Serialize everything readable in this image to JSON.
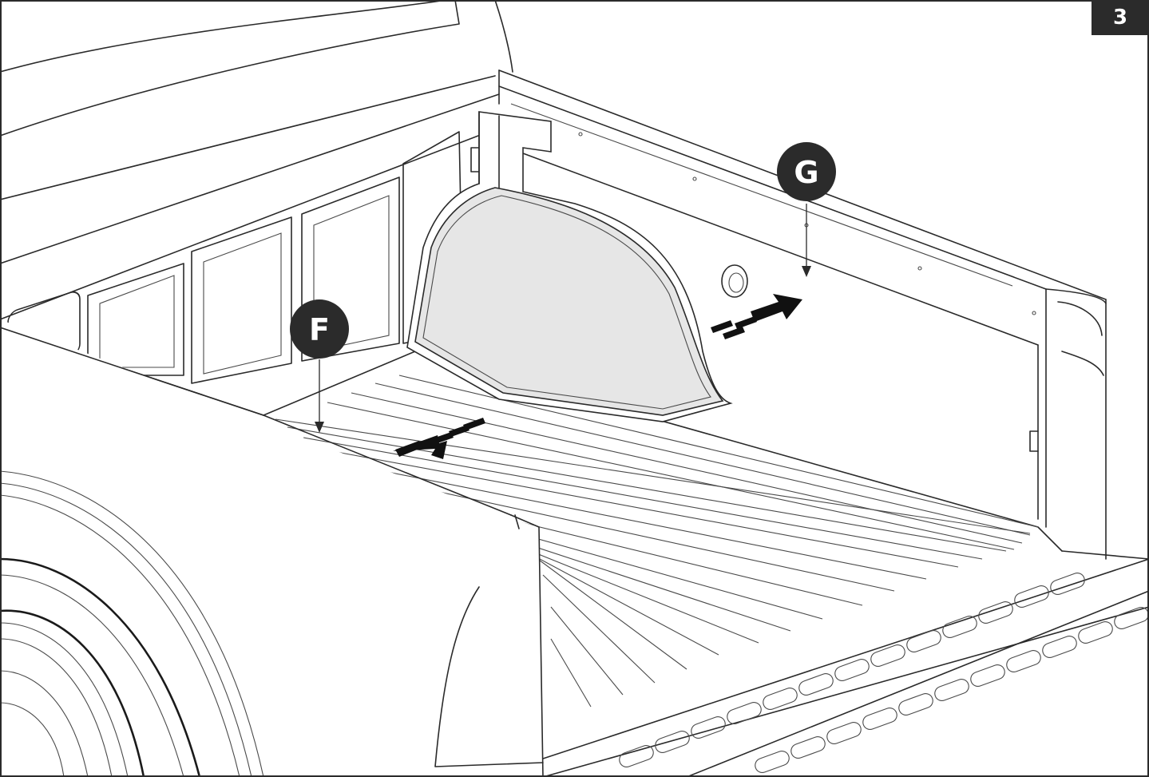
{
  "step": {
    "number": "3"
  },
  "callouts": [
    {
      "id": "F",
      "label": "F"
    },
    {
      "id": "G",
      "label": "G"
    }
  ],
  "colors": {
    "line": "#2a2a2a",
    "callout_fill": "#2b2b2b",
    "divider_fill": "#e6e6e6",
    "badge_fill": "#2b2b2b"
  },
  "icons": {
    "motion_arrow_outward": "arrow-outward-icon",
    "motion_arrow_inward": "arrow-inward-icon"
  }
}
